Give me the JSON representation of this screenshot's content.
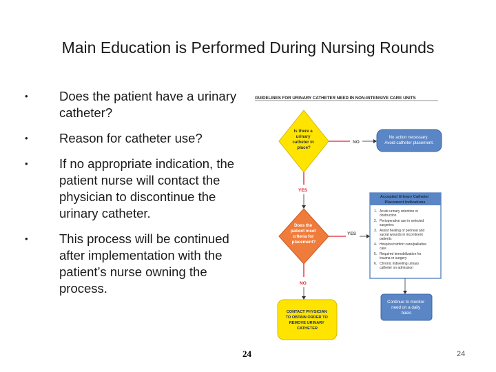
{
  "slide": {
    "title": "Main Education is Performed During Nursing Rounds",
    "bullets": [
      "Does the patient have a urinary catheter?",
      "Reason for catheter use?",
      "If no appropriate indication, the patient nurse will contact the physician to discontinue the urinary catheter.",
      "This process will be continued after implementation with the patient’s nurse owning the process."
    ],
    "bullet_glyph": "•",
    "slide_number": "24",
    "page_number": "24"
  },
  "flowchart": {
    "title": "GUIDELINES FOR URINARY CATHETER NEED IN NON-INTENSIVE CARE UNITS",
    "q1": [
      "Is there a",
      "urinary",
      "catheter in",
      "place?"
    ],
    "no1": "NO",
    "no_action": [
      "No action necessary.",
      "Avoid catheter placement."
    ],
    "yes1": "YES",
    "q2": [
      "Does the",
      "patient meet",
      "criteria for",
      "placement?"
    ],
    "yes2": "YES",
    "no2": "NO",
    "accepted_title": [
      "Accepted Urinary Catheter",
      "Placement Indications"
    ],
    "accepted_items": [
      [
        "1.",
        "Acute urinary retention or",
        "obstruction"
      ],
      [
        "2.",
        "Perioperative use in selected",
        "surgeries"
      ],
      [
        "3.",
        "Assist healing of perineal and",
        "sacral wounds in incontinent",
        "patients"
      ],
      [
        "4.",
        "Hospice/comfort care/palliative",
        "care"
      ],
      [
        "5.",
        "Required immobilization for",
        "trauma or surgery"
      ],
      [
        "6.",
        "Chronic indwelling urinary",
        "catheter on admission"
      ]
    ],
    "monitor": [
      "Continue to monitor",
      "need on a daily",
      "basis"
    ],
    "contact": [
      "CONTACT PHYSICIAN",
      "TO OBTAIN ORDER TO",
      "REMOVE URINARY",
      "CATHETER"
    ],
    "colors": {
      "yellow": "#ffe400",
      "orange": "#f07c3c",
      "blue": "#5b86c5",
      "red": "#e0202a"
    }
  }
}
